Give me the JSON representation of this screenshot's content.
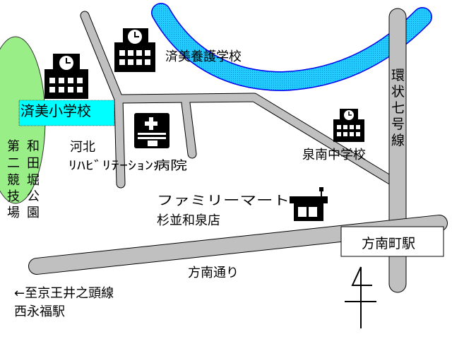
{
  "colors": {
    "park": "#99ee88",
    "river": "#22ccff",
    "river_edge": "#0000ee",
    "road": "#c0c0c0",
    "label_bg": "#00ffff"
  },
  "labels": {
    "saibi_elementary": "済美小学校",
    "saibi_special": "済美養護学校",
    "ring7": [
      "環",
      "状",
      "七",
      "号",
      "線"
    ],
    "sennan_junior": "泉南中学校",
    "daini_stadium": [
      "第",
      "二",
      "競",
      "技",
      "場"
    ],
    "wadabori_park": [
      "和",
      "田",
      "堀",
      "公",
      "園"
    ],
    "hospital_line1": "河北",
    "hospital_line2": "ﾘﾊﾋﾞﾘﾃｰｼｮﾝ病院",
    "familymart_line1": "ファミリーマート",
    "familymart_line2": "杉並和泉店",
    "station": "方南町駅",
    "honan_street": "方南通り",
    "to_inokashira": "←至京王井之頭線",
    "nishieifuku": "西永福駅"
  },
  "icons": [
    "school-icon",
    "hospital-icon",
    "convenience-store-icon",
    "north-arrow-icon"
  ]
}
